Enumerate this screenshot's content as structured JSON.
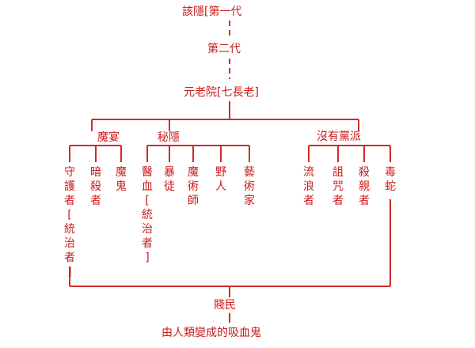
{
  "colors": {
    "line": "#d42a2a",
    "text": "#cc1a1a"
  },
  "hierarchy": {
    "gen1": "該隱[第一代",
    "gen2": "第二代",
    "elders": "元老院[七長老]",
    "factions": [
      {
        "name": "魔宴",
        "members": [
          "守護者[統治者]",
          "暗殺者",
          "魔鬼"
        ]
      },
      {
        "name": "秘隱",
        "members": [
          "醫血[統治者]",
          "暴徒",
          "魔術師",
          "野人",
          "藝術家"
        ]
      },
      {
        "name": "沒有黨派",
        "members": [
          "流浪者",
          "詛咒者",
          "殺親者",
          "毒蛇"
        ]
      }
    ],
    "commoners": "賤民",
    "commoners_note": "由人類變成的吸血鬼"
  }
}
